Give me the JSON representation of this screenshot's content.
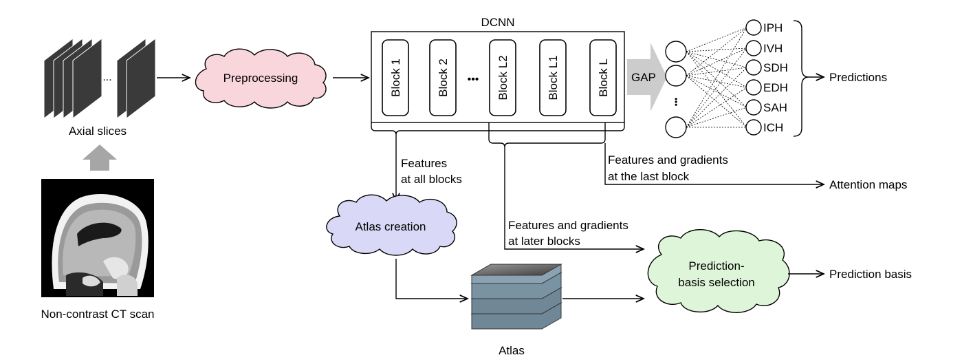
{
  "labels": {
    "axial_slices": "Axial slices",
    "slice_dots": "...",
    "ct_scan": "Non-contrast CT scan",
    "preprocessing": "Preprocessing",
    "dcnn": "DCNN",
    "blocks": [
      "Block 1",
      "Block 2",
      "Block L2",
      "Block L1",
      "Block L"
    ],
    "block_dots": "•••",
    "gap": "GAP",
    "neuron_dots": "•••",
    "outputs": [
      "IPH",
      "IVH",
      "SDH",
      "EDH",
      "SAH",
      "ICH"
    ],
    "predictions": "Predictions",
    "features_all_1": "Features",
    "features_all_2": "at all blocks",
    "features_last_1": "Features and gradients",
    "features_last_2": "at the last block",
    "attention_maps": "Attention maps",
    "features_later_1": "Features and gradients",
    "features_later_2": "at later blocks",
    "atlas_creation": "Atlas creation",
    "atlas": "Atlas",
    "basis_selection_1": "Prediction-",
    "basis_selection_2": "basis selection",
    "prediction_basis": "Prediction basis"
  },
  "colors": {
    "preprocessing_fill": "#f9d5dc",
    "atlas_creation_fill": "#d9d9f7",
    "basis_selection_fill": "#dff5d9",
    "slice_fill": "#3a3a3a",
    "gap_arrow": "#cccccc",
    "up_arrow": "#a6a6a6"
  }
}
